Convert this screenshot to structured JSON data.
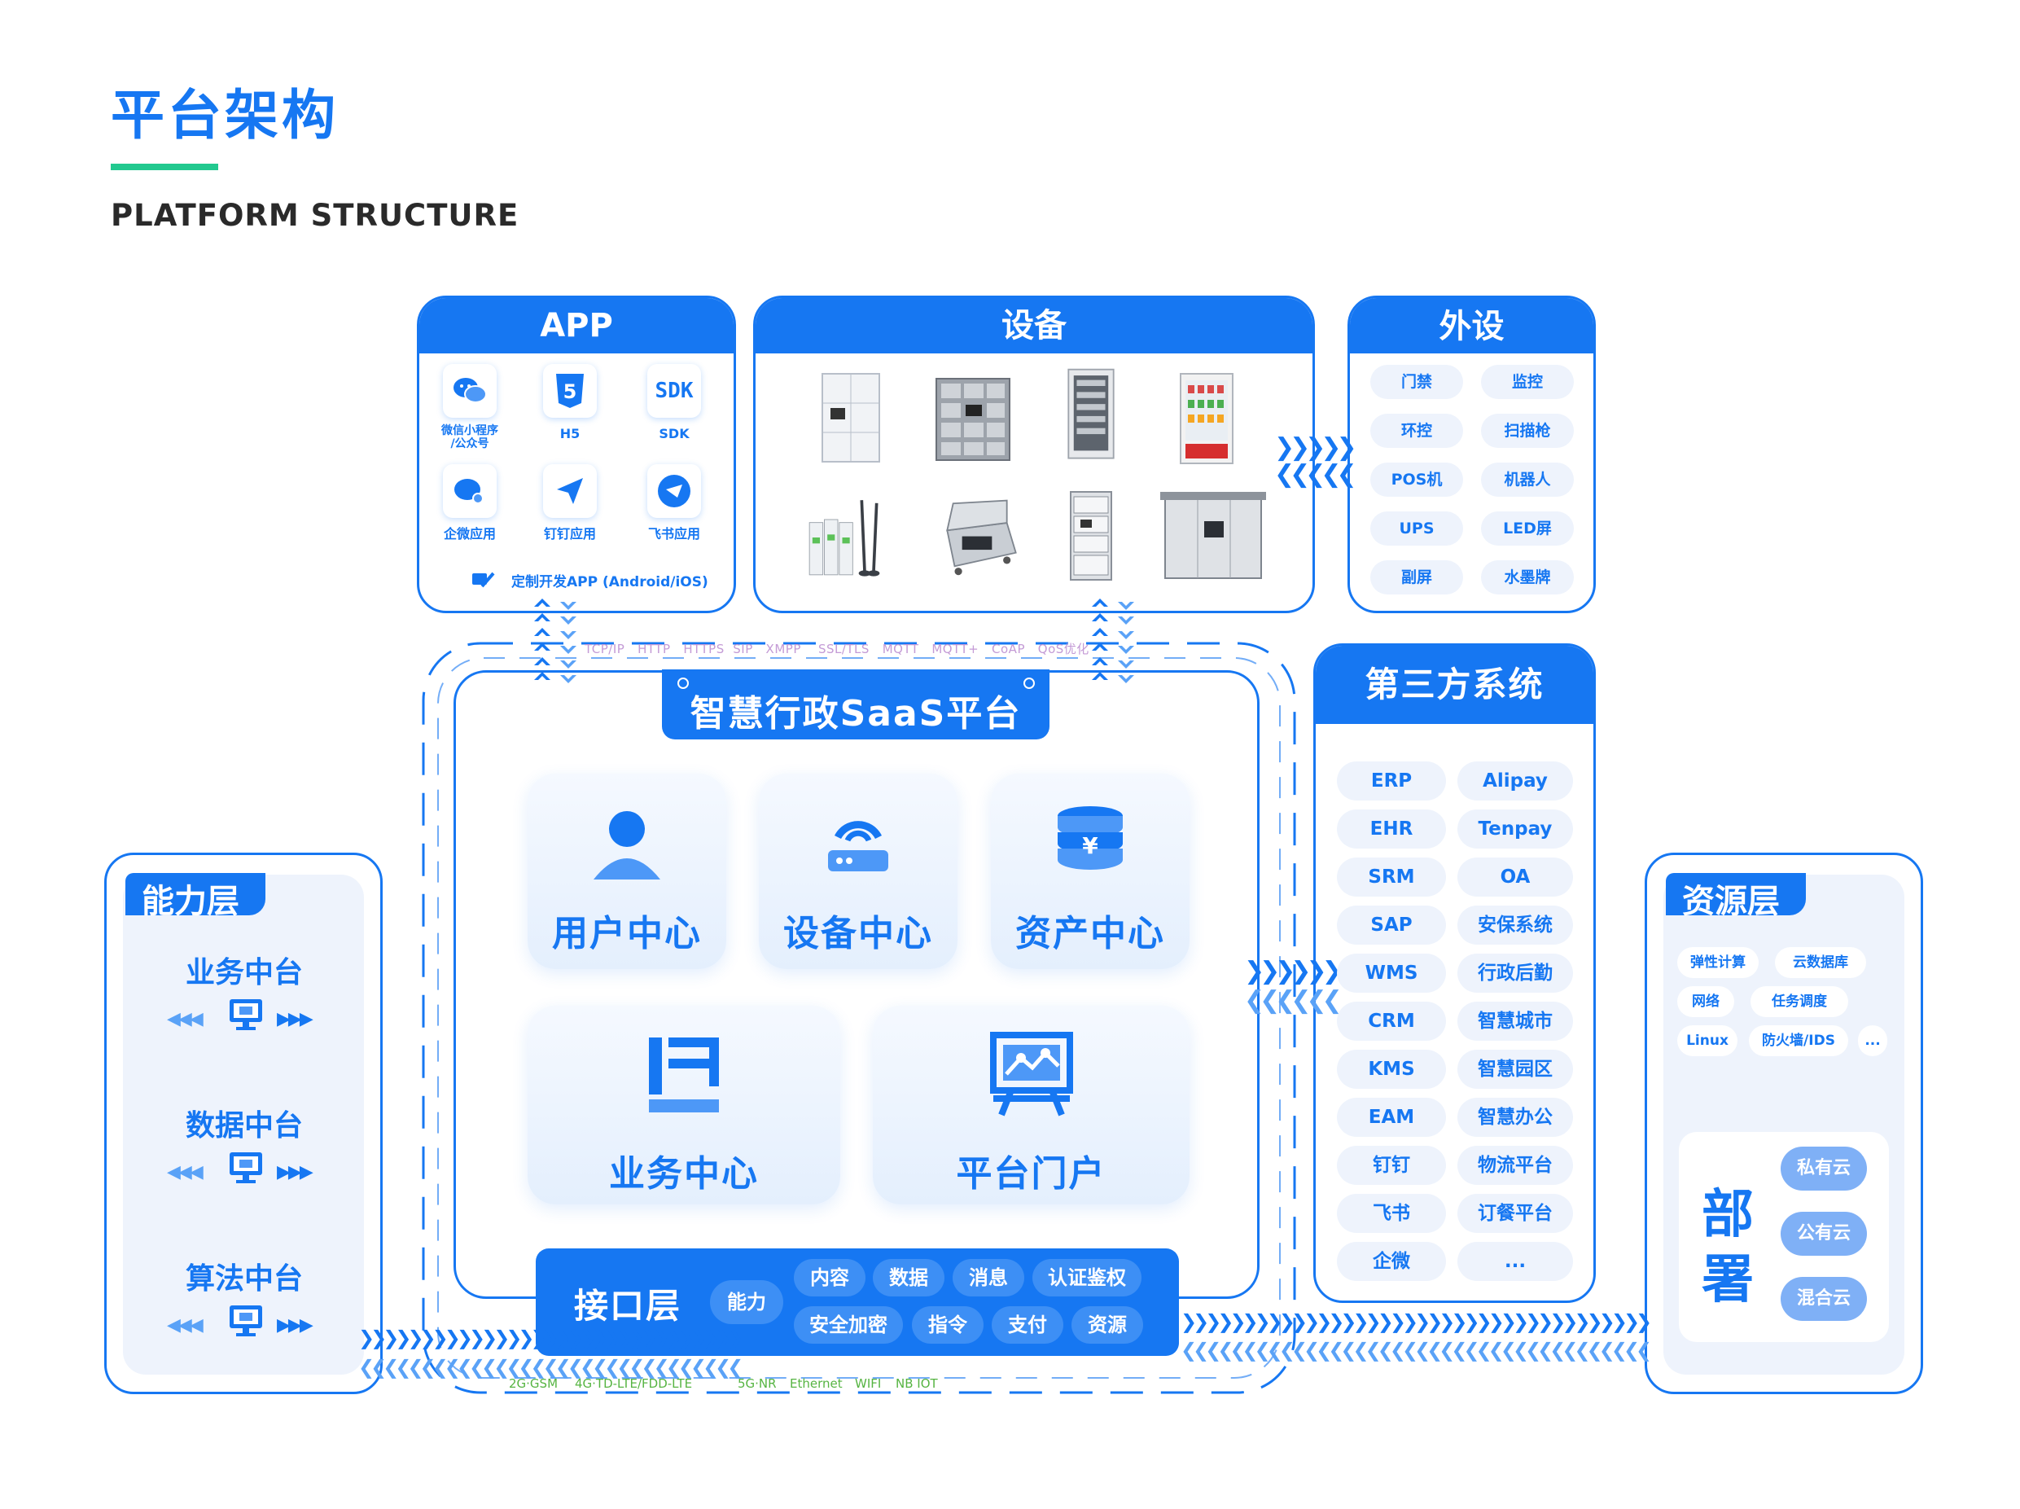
{
  "header": {
    "title": "平台架构",
    "subtitle": "PLATFORM STRUCTURE"
  },
  "app": {
    "title": "APP",
    "items": [
      {
        "icon": "wechat-icon",
        "label": "微信小程序\n/公众号"
      },
      {
        "icon": "html5-icon",
        "label": "H5"
      },
      {
        "icon": "sdk-icon",
        "label": "SDK"
      },
      {
        "icon": "wecom-icon",
        "label": "企微应用"
      },
      {
        "icon": "dingtalk-icon",
        "label": "钉钉应用"
      },
      {
        "icon": "feishu-icon",
        "label": "飞书应用"
      }
    ],
    "custom": "定制开发APP (Android/iOS)"
  },
  "devices": {
    "title": "设备",
    "items": [
      "locker-white-icon",
      "locker-gray-icon",
      "cabinet-tall-icon",
      "vending-fridge-icon",
      "antenna-gateway-icon",
      "toolbox-icon",
      "cabinet-small-icon",
      "parcel-locker-icon"
    ]
  },
  "peripherals": {
    "title": "外设",
    "items": [
      "门禁",
      "监控",
      "环控",
      "扫描枪",
      "POS机",
      "机器人",
      "UPS",
      "LED屏",
      "副屏",
      "水墨牌"
    ]
  },
  "protocols": "TCP/IP   HTTP   HTTPS  SIP   XMPP    SSL/TLS   MQTT   MQTT+   CoAP   QoS优化",
  "saas": {
    "title": "智慧行政SaaS平台",
    "tiles": [
      {
        "icon": "user-icon",
        "label": "用户中心"
      },
      {
        "icon": "router-icon",
        "label": "设备中心"
      },
      {
        "icon": "coin-stack-icon",
        "label": "资产中心"
      },
      {
        "icon": "business-icon",
        "label": "业务中心"
      },
      {
        "icon": "presentation-icon",
        "label": "平台门户"
      }
    ]
  },
  "interface": {
    "title": "接口层",
    "side": "能力",
    "row1": [
      "内容",
      "数据",
      "消息",
      "认证鉴权"
    ],
    "row2": [
      "安全加密",
      "指令",
      "支付",
      "资源"
    ]
  },
  "network": [
    "2G·GSM",
    "4G·TD-LTE/FDD-LTE",
    "5G·NR",
    "Ethernet",
    "WIFI",
    "NB IOT"
  ],
  "third_party": {
    "title": "第三方系统",
    "left": [
      "ERP",
      "EHR",
      "SRM",
      "SAP",
      "WMS",
      "CRM",
      "KMS",
      "EAM",
      "钉钉",
      "飞书",
      "企微"
    ],
    "right": [
      "Alipay",
      "Tenpay",
      "OA",
      "安保系统",
      "行政后勤",
      "智慧城市",
      "智慧园区",
      "智慧办公",
      "物流平台",
      "订餐平台",
      "..."
    ]
  },
  "capability": {
    "title": "能力层",
    "items": [
      {
        "label": "业务中台",
        "icon": "monitor-user-icon"
      },
      {
        "label": "数据中台",
        "icon": "monitor-chart-icon"
      },
      {
        "label": "算法中台",
        "icon": "monitor-qr-icon"
      }
    ]
  },
  "resource": {
    "title": "资源层",
    "tags": [
      "弹性计算",
      "云数据库",
      "网络",
      "任务调度",
      "Linux",
      "防火墙/IDS",
      "..."
    ],
    "deploy_title_1": "部",
    "deploy_title_2": "署",
    "deploy": [
      "私有云",
      "公有云",
      "混合云"
    ]
  },
  "colors": {
    "primary": "#1677f2",
    "accent": "#22c98f",
    "pill": "#eef3fc",
    "deploy_pill": "#7fb0f6"
  }
}
